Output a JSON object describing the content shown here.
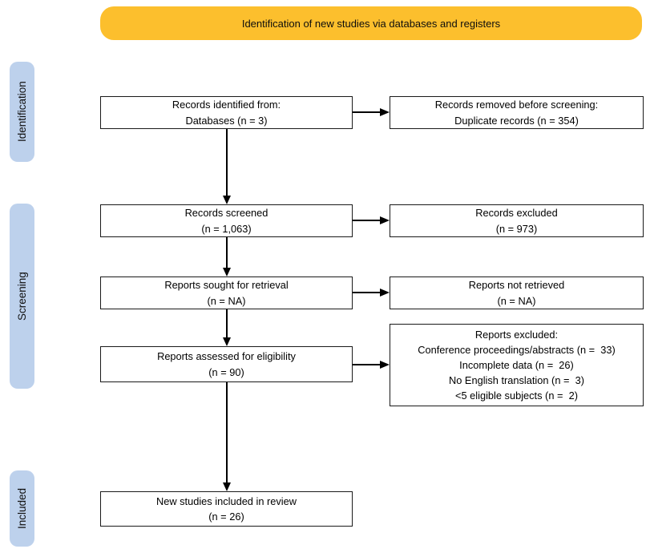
{
  "banner": {
    "label": "Identification of new studies via databases and registers"
  },
  "colors": {
    "banner_bg": "#FCBF2D",
    "stage_bg": "#BDD1EC",
    "box_border": "#1A1A1A",
    "arrow": "#000000"
  },
  "stages": [
    {
      "id": "identification",
      "label": "Identification"
    },
    {
      "id": "screening",
      "label": "Screening"
    },
    {
      "id": "included",
      "label": "Included"
    }
  ],
  "boxes": [
    {
      "id": "records-identified",
      "stage": "identification",
      "text": "Records identified from:\nDatabases (n = 3)"
    },
    {
      "id": "records-removed",
      "stage": "identification",
      "text": "Records removed before screening:\nDuplicate records (n = 354)"
    },
    {
      "id": "records-screened",
      "stage": "screening",
      "text": "Records screened\n(n = 1,063)"
    },
    {
      "id": "records-excluded",
      "stage": "screening",
      "text": "Records excluded\n(n = 973)"
    },
    {
      "id": "reports-sought",
      "stage": "screening",
      "text": "Reports sought for retrieval\n(n = NA)"
    },
    {
      "id": "reports-not-retrieved",
      "stage": "screening",
      "text": "Reports not retrieved\n(n = NA)"
    },
    {
      "id": "reports-assessed",
      "stage": "screening",
      "text": "Reports assessed for eligibility\n(n = 90)"
    },
    {
      "id": "reports-excluded",
      "stage": "screening",
      "text": "Reports excluded:\nConference proceedings/abstracts (n =  33)\nIncomplete data (n =  26)\nNo English translation (n =  3)\n<5 eligible subjects (n =  2)"
    },
    {
      "id": "new-studies-included",
      "stage": "included",
      "text": "New studies included in review\n(n = 26)"
    }
  ],
  "edges": [
    {
      "from": "records-identified",
      "to": "records-removed",
      "direction": "right"
    },
    {
      "from": "records-identified",
      "to": "records-screened",
      "direction": "down"
    },
    {
      "from": "records-screened",
      "to": "records-excluded",
      "direction": "right"
    },
    {
      "from": "records-screened",
      "to": "reports-sought",
      "direction": "down"
    },
    {
      "from": "reports-sought",
      "to": "reports-not-retrieved",
      "direction": "right"
    },
    {
      "from": "reports-sought",
      "to": "reports-assessed",
      "direction": "down"
    },
    {
      "from": "reports-assessed",
      "to": "reports-excluded",
      "direction": "right"
    },
    {
      "from": "reports-assessed",
      "to": "new-studies-included",
      "direction": "down"
    }
  ]
}
